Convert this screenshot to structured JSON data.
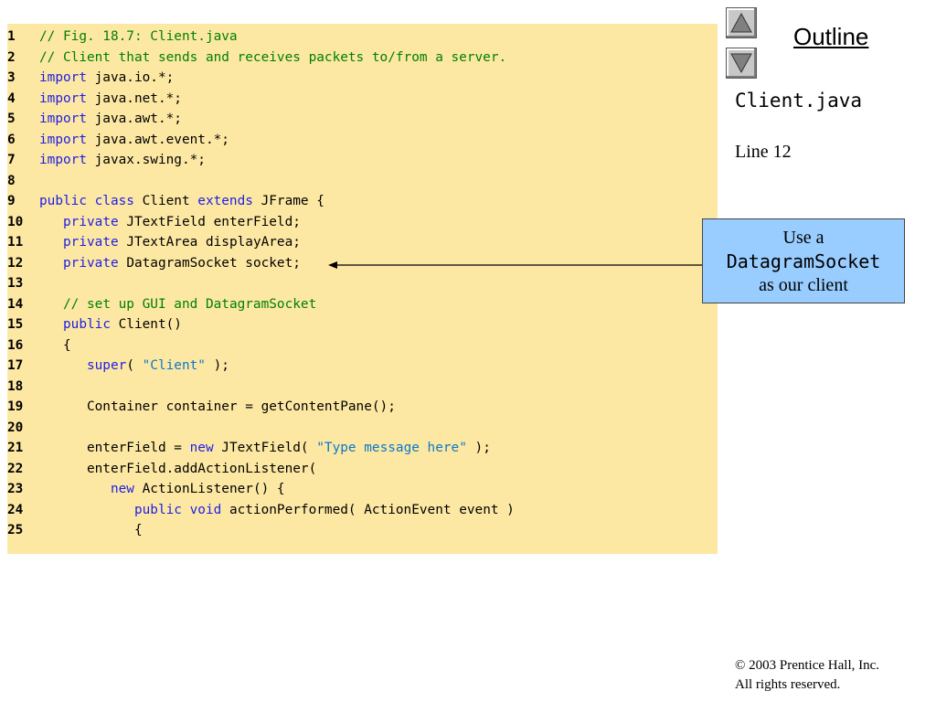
{
  "code": {
    "lines": [
      {
        "num": "1",
        "tokens": [
          {
            "t": "comment",
            "v": "// Fig. 18.7: Client.java"
          }
        ]
      },
      {
        "num": "2",
        "tokens": [
          {
            "t": "comment",
            "v": "// Client that sends and receives packets to/from a server."
          }
        ]
      },
      {
        "num": "3",
        "tokens": [
          {
            "t": "keyword",
            "v": "import"
          },
          {
            "t": "plain",
            "v": " java.io.*;"
          }
        ]
      },
      {
        "num": "4",
        "tokens": [
          {
            "t": "keyword",
            "v": "import"
          },
          {
            "t": "plain",
            "v": " java.net.*;"
          }
        ]
      },
      {
        "num": "5",
        "tokens": [
          {
            "t": "keyword",
            "v": "import"
          },
          {
            "t": "plain",
            "v": " java.awt.*;"
          }
        ]
      },
      {
        "num": "6",
        "tokens": [
          {
            "t": "keyword",
            "v": "import"
          },
          {
            "t": "plain",
            "v": " java.awt.event.*;"
          }
        ]
      },
      {
        "num": "7",
        "tokens": [
          {
            "t": "keyword",
            "v": "import"
          },
          {
            "t": "plain",
            "v": " javax.swing.*;"
          }
        ]
      },
      {
        "num": "8",
        "tokens": []
      },
      {
        "num": "9",
        "tokens": [
          {
            "t": "keyword",
            "v": "public class"
          },
          {
            "t": "plain",
            "v": " Client "
          },
          {
            "t": "keyword",
            "v": "extends"
          },
          {
            "t": "plain",
            "v": " JFrame {"
          }
        ]
      },
      {
        "num": "10",
        "tokens": [
          {
            "t": "plain",
            "v": "   "
          },
          {
            "t": "keyword",
            "v": "private"
          },
          {
            "t": "plain",
            "v": " JTextField enterField;"
          }
        ]
      },
      {
        "num": "11",
        "tokens": [
          {
            "t": "plain",
            "v": "   "
          },
          {
            "t": "keyword",
            "v": "private"
          },
          {
            "t": "plain",
            "v": " JTextArea displayArea;"
          }
        ]
      },
      {
        "num": "12",
        "tokens": [
          {
            "t": "plain",
            "v": "   "
          },
          {
            "t": "keyword",
            "v": "private"
          },
          {
            "t": "plain",
            "v": " DatagramSocket socket;"
          }
        ]
      },
      {
        "num": "13",
        "tokens": []
      },
      {
        "num": "14",
        "tokens": [
          {
            "t": "plain",
            "v": "   "
          },
          {
            "t": "comment",
            "v": "// set up GUI and DatagramSocket"
          }
        ]
      },
      {
        "num": "15",
        "tokens": [
          {
            "t": "plain",
            "v": "   "
          },
          {
            "t": "keyword",
            "v": "public"
          },
          {
            "t": "plain",
            "v": " Client()"
          }
        ]
      },
      {
        "num": "16",
        "tokens": [
          {
            "t": "plain",
            "v": "   {"
          }
        ]
      },
      {
        "num": "17",
        "tokens": [
          {
            "t": "plain",
            "v": "      "
          },
          {
            "t": "keyword",
            "v": "super"
          },
          {
            "t": "plain",
            "v": "( "
          },
          {
            "t": "string",
            "v": "\"Client\""
          },
          {
            "t": "plain",
            "v": " );"
          }
        ]
      },
      {
        "num": "18",
        "tokens": []
      },
      {
        "num": "19",
        "tokens": [
          {
            "t": "plain",
            "v": "      Container container = getContentPane();"
          }
        ]
      },
      {
        "num": "20",
        "tokens": []
      },
      {
        "num": "21",
        "tokens": [
          {
            "t": "plain",
            "v": "      enterField = "
          },
          {
            "t": "keyword",
            "v": "new"
          },
          {
            "t": "plain",
            "v": " JTextField( "
          },
          {
            "t": "string",
            "v": "\"Type message here\""
          },
          {
            "t": "plain",
            "v": " );"
          }
        ]
      },
      {
        "num": "22",
        "tokens": [
          {
            "t": "plain",
            "v": "      enterField.addActionListener("
          }
        ]
      },
      {
        "num": "23",
        "tokens": [
          {
            "t": "plain",
            "v": "         "
          },
          {
            "t": "keyword",
            "v": "new"
          },
          {
            "t": "plain",
            "v": " ActionListener() {"
          }
        ]
      },
      {
        "num": "24",
        "tokens": [
          {
            "t": "plain",
            "v": "            "
          },
          {
            "t": "keyword",
            "v": "public void"
          },
          {
            "t": "plain",
            "v": " actionPerformed( ActionEvent event )"
          }
        ]
      },
      {
        "num": "25",
        "tokens": [
          {
            "t": "plain",
            "v": "            {"
          }
        ]
      }
    ]
  },
  "sidebar": {
    "outline_label": "Outline",
    "file_name": "Client.java",
    "line_ref": "Line 12",
    "nav_up_icon": "triangle-up-icon",
    "nav_down_icon": "triangle-down-icon"
  },
  "callout": {
    "line1": "Use a",
    "line2": "DatagramSocket",
    "line3": "as our client"
  },
  "footer": {
    "copyright": "© 2003 Prentice Hall, Inc.",
    "rights": "All rights reserved."
  },
  "colors": {
    "code_background": "#fde8a3",
    "keyword": "#1e1ee6",
    "comment": "#008000",
    "string": "#0a78c8",
    "callout_background": "#99ccff"
  }
}
